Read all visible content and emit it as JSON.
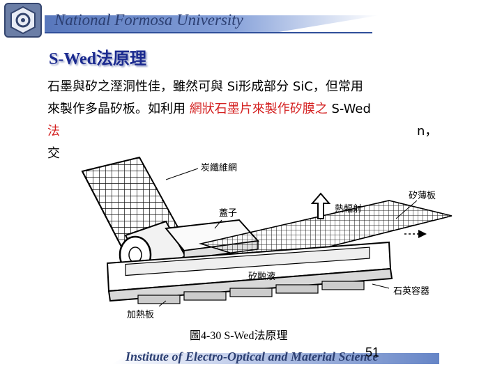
{
  "header": {
    "university": "National Formosa University"
  },
  "slide": {
    "title": "S-Wed法原理",
    "paragraphs": [
      {
        "segments": [
          {
            "text": "石墨與矽之溼洞性佳，雖然可與 Si形成部分 SiC，但常用",
            "highlight": false
          }
        ]
      },
      {
        "segments": [
          {
            "text": "來製作多晶矽板。如利用 ",
            "highlight": false
          },
          {
            "text": "網狀石墨片來製作矽膜之",
            "highlight": true
          },
          {
            "text": " S-Wed",
            "highlight": false
          }
        ]
      }
    ],
    "partial_line": {
      "prefix": "法",
      "suffix": "n，"
    },
    "partial_line2_prefix": "交"
  },
  "figure": {
    "labels": {
      "mesh": "炭纖維網",
      "lid": "蓋子",
      "heat": "熱輻射",
      "plate": "矽薄板",
      "melt": "矽融液",
      "container": "石英容器",
      "heater": "加熱板"
    },
    "caption": "圖4-30 S-Wed法原理"
  },
  "footer": {
    "institute": "Institute of Electro-Optical and Material Science",
    "page_number": "51"
  },
  "colors": {
    "title": "#1b2a8f",
    "highlight": "#d42020",
    "header_blue": "#2c3f72"
  }
}
